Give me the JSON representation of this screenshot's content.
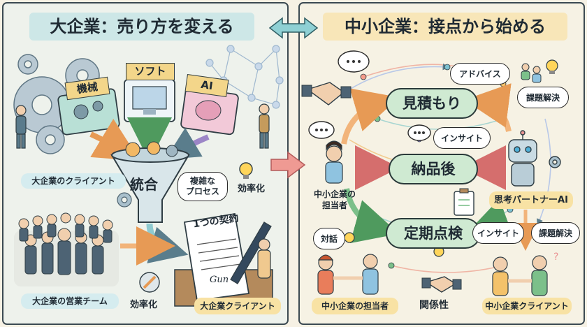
{
  "left": {
    "title": "大企業：売り方を変える",
    "tags": {
      "machine": "機械",
      "soft": "ソフト",
      "ai": "AI"
    },
    "merge": "統合",
    "complex": "複雑な\nプロセス",
    "efficiency_top": "効率化",
    "client_group": "大企業のクライアント",
    "contract": "1つの契約",
    "sales_team": "大企業の営業チーム",
    "efficiency_bottom": "効率化",
    "client_label": "大企業クライアント",
    "signature": "Gun"
  },
  "right": {
    "title": "中小企業：接点から始める",
    "estimate": "見積もり",
    "after_delivery": "納品後",
    "periodic_check": "定期点検",
    "advice": "アドバイス",
    "insight_top": "インサイト",
    "issue_top": "課題解決",
    "rep": "中小企業の\n担当者",
    "ai_partner": "思考パートナーAI",
    "dialogue": "対話",
    "insight_bottom": "インサイト",
    "issue_bottom": "課題解決",
    "rep_bottom": "中小企業の担当者",
    "relationship": "関係性",
    "client_bottom": "中小企業クライアント"
  },
  "colors": {
    "left_banner": "#cde7e7",
    "right_banner": "#f8e6b8",
    "pill": "#cfead2",
    "arrow_orange": "#f2b47a",
    "arrow_pink": "#ea9493",
    "arrow_green": "#7cc08a"
  }
}
